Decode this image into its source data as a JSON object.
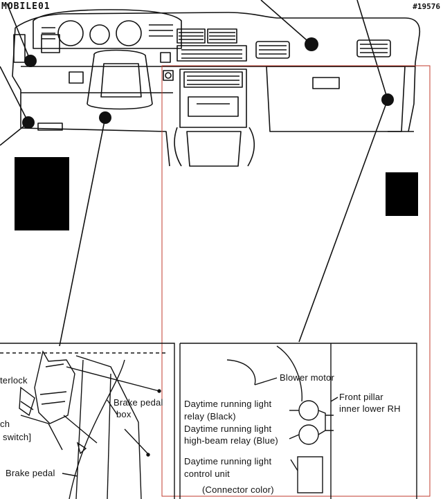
{
  "watermark": {
    "logo_text": "MOBILE01",
    "id_text": "#19576"
  },
  "labels": {
    "interlock": "terlock",
    "switch_ch": "ch",
    "switch_close": "switch]",
    "brake_pedal": "Brake pedal",
    "brake_pedal_box_line1": "Brake pedal",
    "brake_pedal_box_line2": "box",
    "blower_motor": "Blower motor",
    "front_pillar_line1": "Front pillar",
    "front_pillar_line2": "inner lower RH",
    "drl_relay_line1": "Daytime running light",
    "drl_relay_line2": "relay (Black)",
    "high_beam_relay_line1": "Daytime running light",
    "high_beam_relay_line2": "high-beam relay (Blue)",
    "control_unit_line1": "Daytime running light",
    "control_unit_line2": "control unit",
    "connector_color": "(Connector color)"
  },
  "colors": {
    "line": "#111111",
    "redaction": "#000000",
    "highlight_box": "#c0392b",
    "background": "#ffffff"
  }
}
